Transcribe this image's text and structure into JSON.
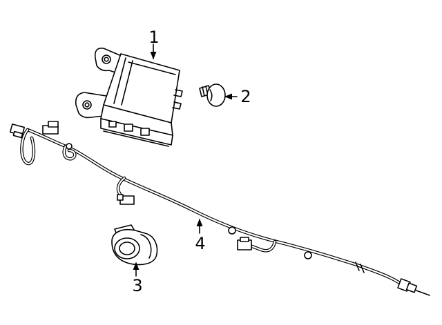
{
  "callouts": [
    {
      "number": "1",
      "part": "control-module"
    },
    {
      "number": "2",
      "part": "push-clip"
    },
    {
      "number": "3",
      "part": "parking-sensor"
    },
    {
      "number": "4",
      "part": "wiring-harness"
    }
  ],
  "colors": {
    "line": "#000000",
    "background": "#ffffff"
  }
}
